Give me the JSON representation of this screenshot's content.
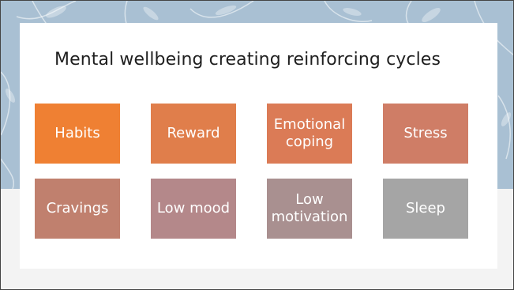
{
  "title": "Mental wellbeing creating reinforcing cycles",
  "tiles": [
    {
      "label": "Habits",
      "color": "#ef8033"
    },
    {
      "label": "Reward",
      "color": "#e07e4b"
    },
    {
      "label": "Emotional\ncoping",
      "color": "#db7b56"
    },
    {
      "label": "Stress",
      "color": "#cf7d66"
    },
    {
      "label": "Cravings",
      "color": "#c0806e"
    },
    {
      "label": "Low mood",
      "color": "#b4888a"
    },
    {
      "label": "Low\nmotivation",
      "color": "#a99090"
    },
    {
      "label": "Sleep",
      "color": "#a5a5a5"
    }
  ]
}
